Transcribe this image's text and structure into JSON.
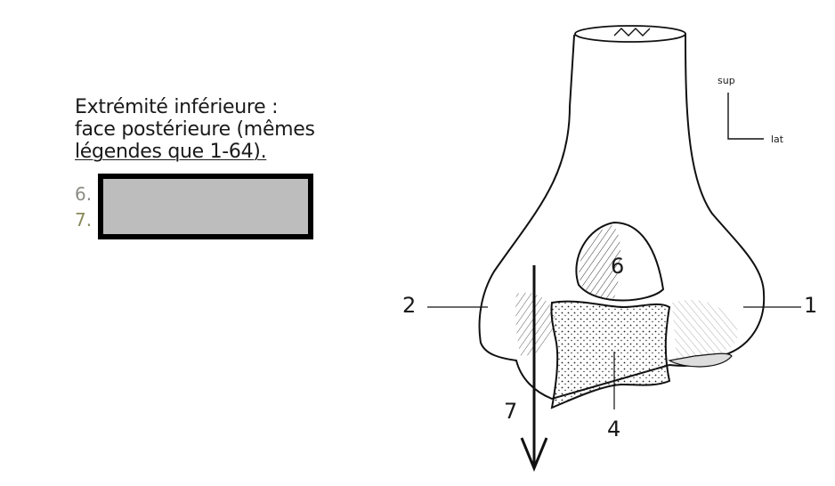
{
  "caption": {
    "lines": [
      "Extrémité inférieure :",
      "face postérieure (mêmes",
      "légendes que 1-64)."
    ],
    "item6": "6.",
    "item7": "7."
  },
  "orientation": {
    "sup": "sup",
    "lat": "lat"
  },
  "labels": {
    "l1": "1",
    "l2": "2",
    "l4": "4",
    "l6": "6",
    "l7": "7"
  },
  "colors": {
    "redaction_fill": "#bdbdbd",
    "redaction_border": "#000000",
    "ink": "#1a1a1a"
  }
}
